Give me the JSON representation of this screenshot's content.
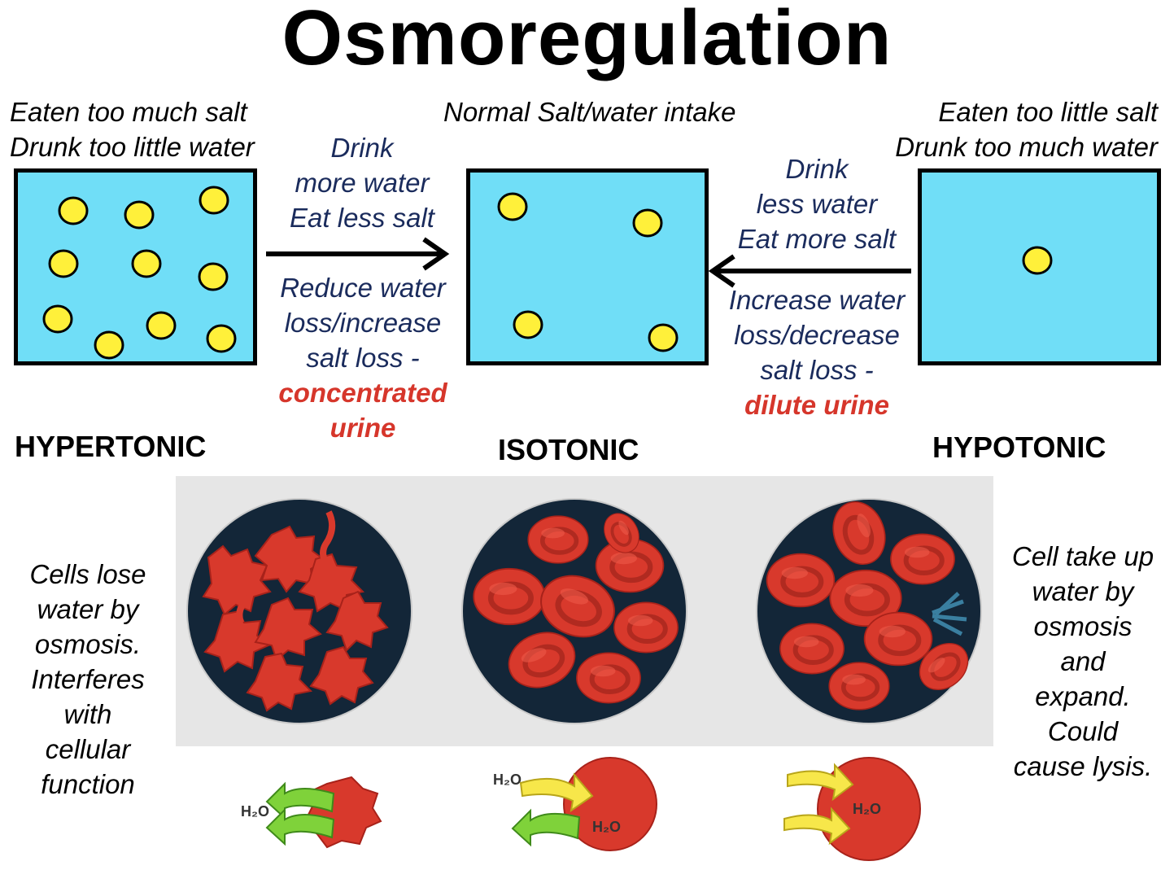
{
  "title": "Osmoregulation",
  "conditions": {
    "left": [
      "Eaten too much salt",
      "Drunk too little water"
    ],
    "center": "Normal Salt/water intake",
    "right": [
      "Eaten too little salt",
      "Drunk too much water"
    ]
  },
  "left_arrow": {
    "advice": [
      "Drink",
      "more water",
      "Eat less salt"
    ],
    "response": [
      "Reduce water",
      "loss/increase",
      "salt loss -"
    ],
    "urine": [
      "concentrated",
      "urine"
    ]
  },
  "right_arrow": {
    "advice": [
      "Drink",
      "less water",
      "Eat more salt"
    ],
    "response": [
      "Increase water",
      "loss/decrease",
      "salt loss  -"
    ],
    "urine": "dilute urine"
  },
  "labels": {
    "hypertonic": "HYPERTONIC",
    "isotonic": "ISOTONIC",
    "hypotonic": "HYPOTONIC"
  },
  "descriptions": {
    "hypertonic": [
      "Cells lose",
      "water by",
      "osmosis.",
      "Interferes",
      "with",
      "cellular",
      "function"
    ],
    "hypotonic": [
      "Cell take up",
      "water by",
      "osmosis",
      "and",
      "expand.",
      "Could",
      "cause lysis."
    ]
  },
  "water_label": "H₂O",
  "colors": {
    "box_fill": "#70def7",
    "particle": "#fff03a",
    "advice_text": "#1a2b5c",
    "urine_text": "#d6362b",
    "cell_red": "#d8392c",
    "dish_dark": "#132638",
    "arrow_in": "#f7e74a",
    "arrow_out": "#7fd23a"
  }
}
